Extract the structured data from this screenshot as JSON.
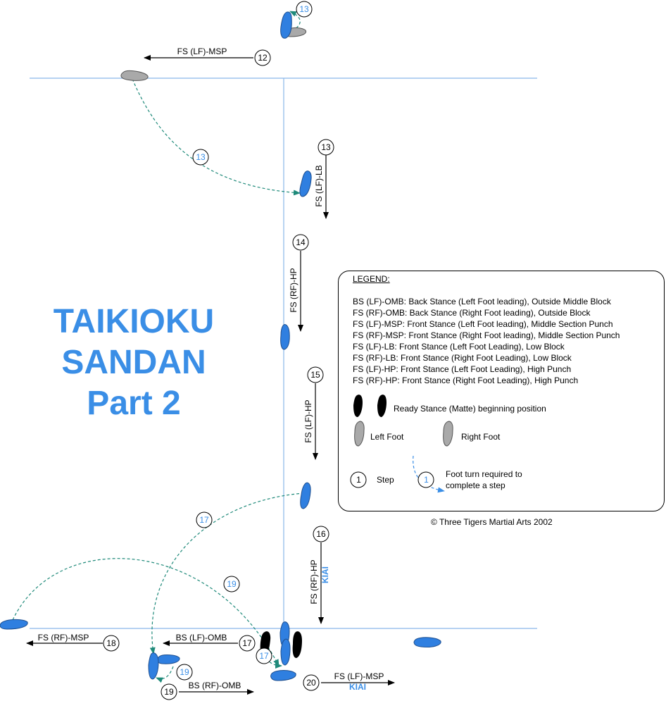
{
  "title": [
    "TAIKIOKU",
    "SANDAN",
    "Part 2"
  ],
  "legend": {
    "heading": "LEGEND:",
    "abbreviations": [
      "BS (LF)-OMB:  Back Stance (Left Foot leading), Outside Middle Block",
      "FS (RF)-OMB:  Back Stance (Right Foot leading), Outside Block",
      "FS (LF)-MSP:  Front Stance (Left Foot leading), Middle Section Punch",
      "FS (RF)-MSP:  Front Stance (Right Foot leading), Middle Section Punch",
      "FS (LF)-LB:  Front Stance (Left Foot Leading), Low Block",
      "FS (RF)-LB:  Front Stance (Right Foot Leading), Low Block",
      "FS (LF)-HP:  Front Stance (Left Foot Leading), High Punch",
      "FS (RF)-HP:  Front Stance (Right Foot Leading), High Punch"
    ],
    "ready_stance": "Ready Stance (Matte) beginning position",
    "left_foot": "Left Foot",
    "right_foot": "Right Foot",
    "step_number_example": "1",
    "step_label": "Step",
    "turn_number_example": "1",
    "turn_label_line1": "Foot turn required to",
    "turn_label_line2": "complete a step"
  },
  "copyright": "© Three Tigers Martial Arts 2002",
  "kiai": "KIAI",
  "steps": [
    {
      "num": "12",
      "move": "FS (LF)-MSP"
    },
    {
      "num": "13",
      "move": "FS (LF)-LB"
    },
    {
      "num": "14",
      "move": "FS (RF)-HP"
    },
    {
      "num": "15",
      "move": "FS (LF)-HP"
    },
    {
      "num": "16",
      "move": "FS (RF)-HP"
    },
    {
      "num": "17",
      "move": "BS (LF)-OMB"
    },
    {
      "num": "18",
      "move": "FS (RF)-MSP"
    },
    {
      "num": "19",
      "move": "BS (RF)-OMB"
    },
    {
      "num": "20",
      "move": "FS (LF)-MSP"
    }
  ],
  "turns": [
    "13",
    "13",
    "17",
    "19",
    "17",
    "19"
  ],
  "colors": {
    "title": "#3a8ee6",
    "foot_blue": "#2f7fe0",
    "foot_gray": "#a9a9a9",
    "foot_black": "#000000",
    "guide_line": "#8ab8ea",
    "turn_path": "#1f8a7a",
    "turn_number": "#3a8ee6"
  }
}
